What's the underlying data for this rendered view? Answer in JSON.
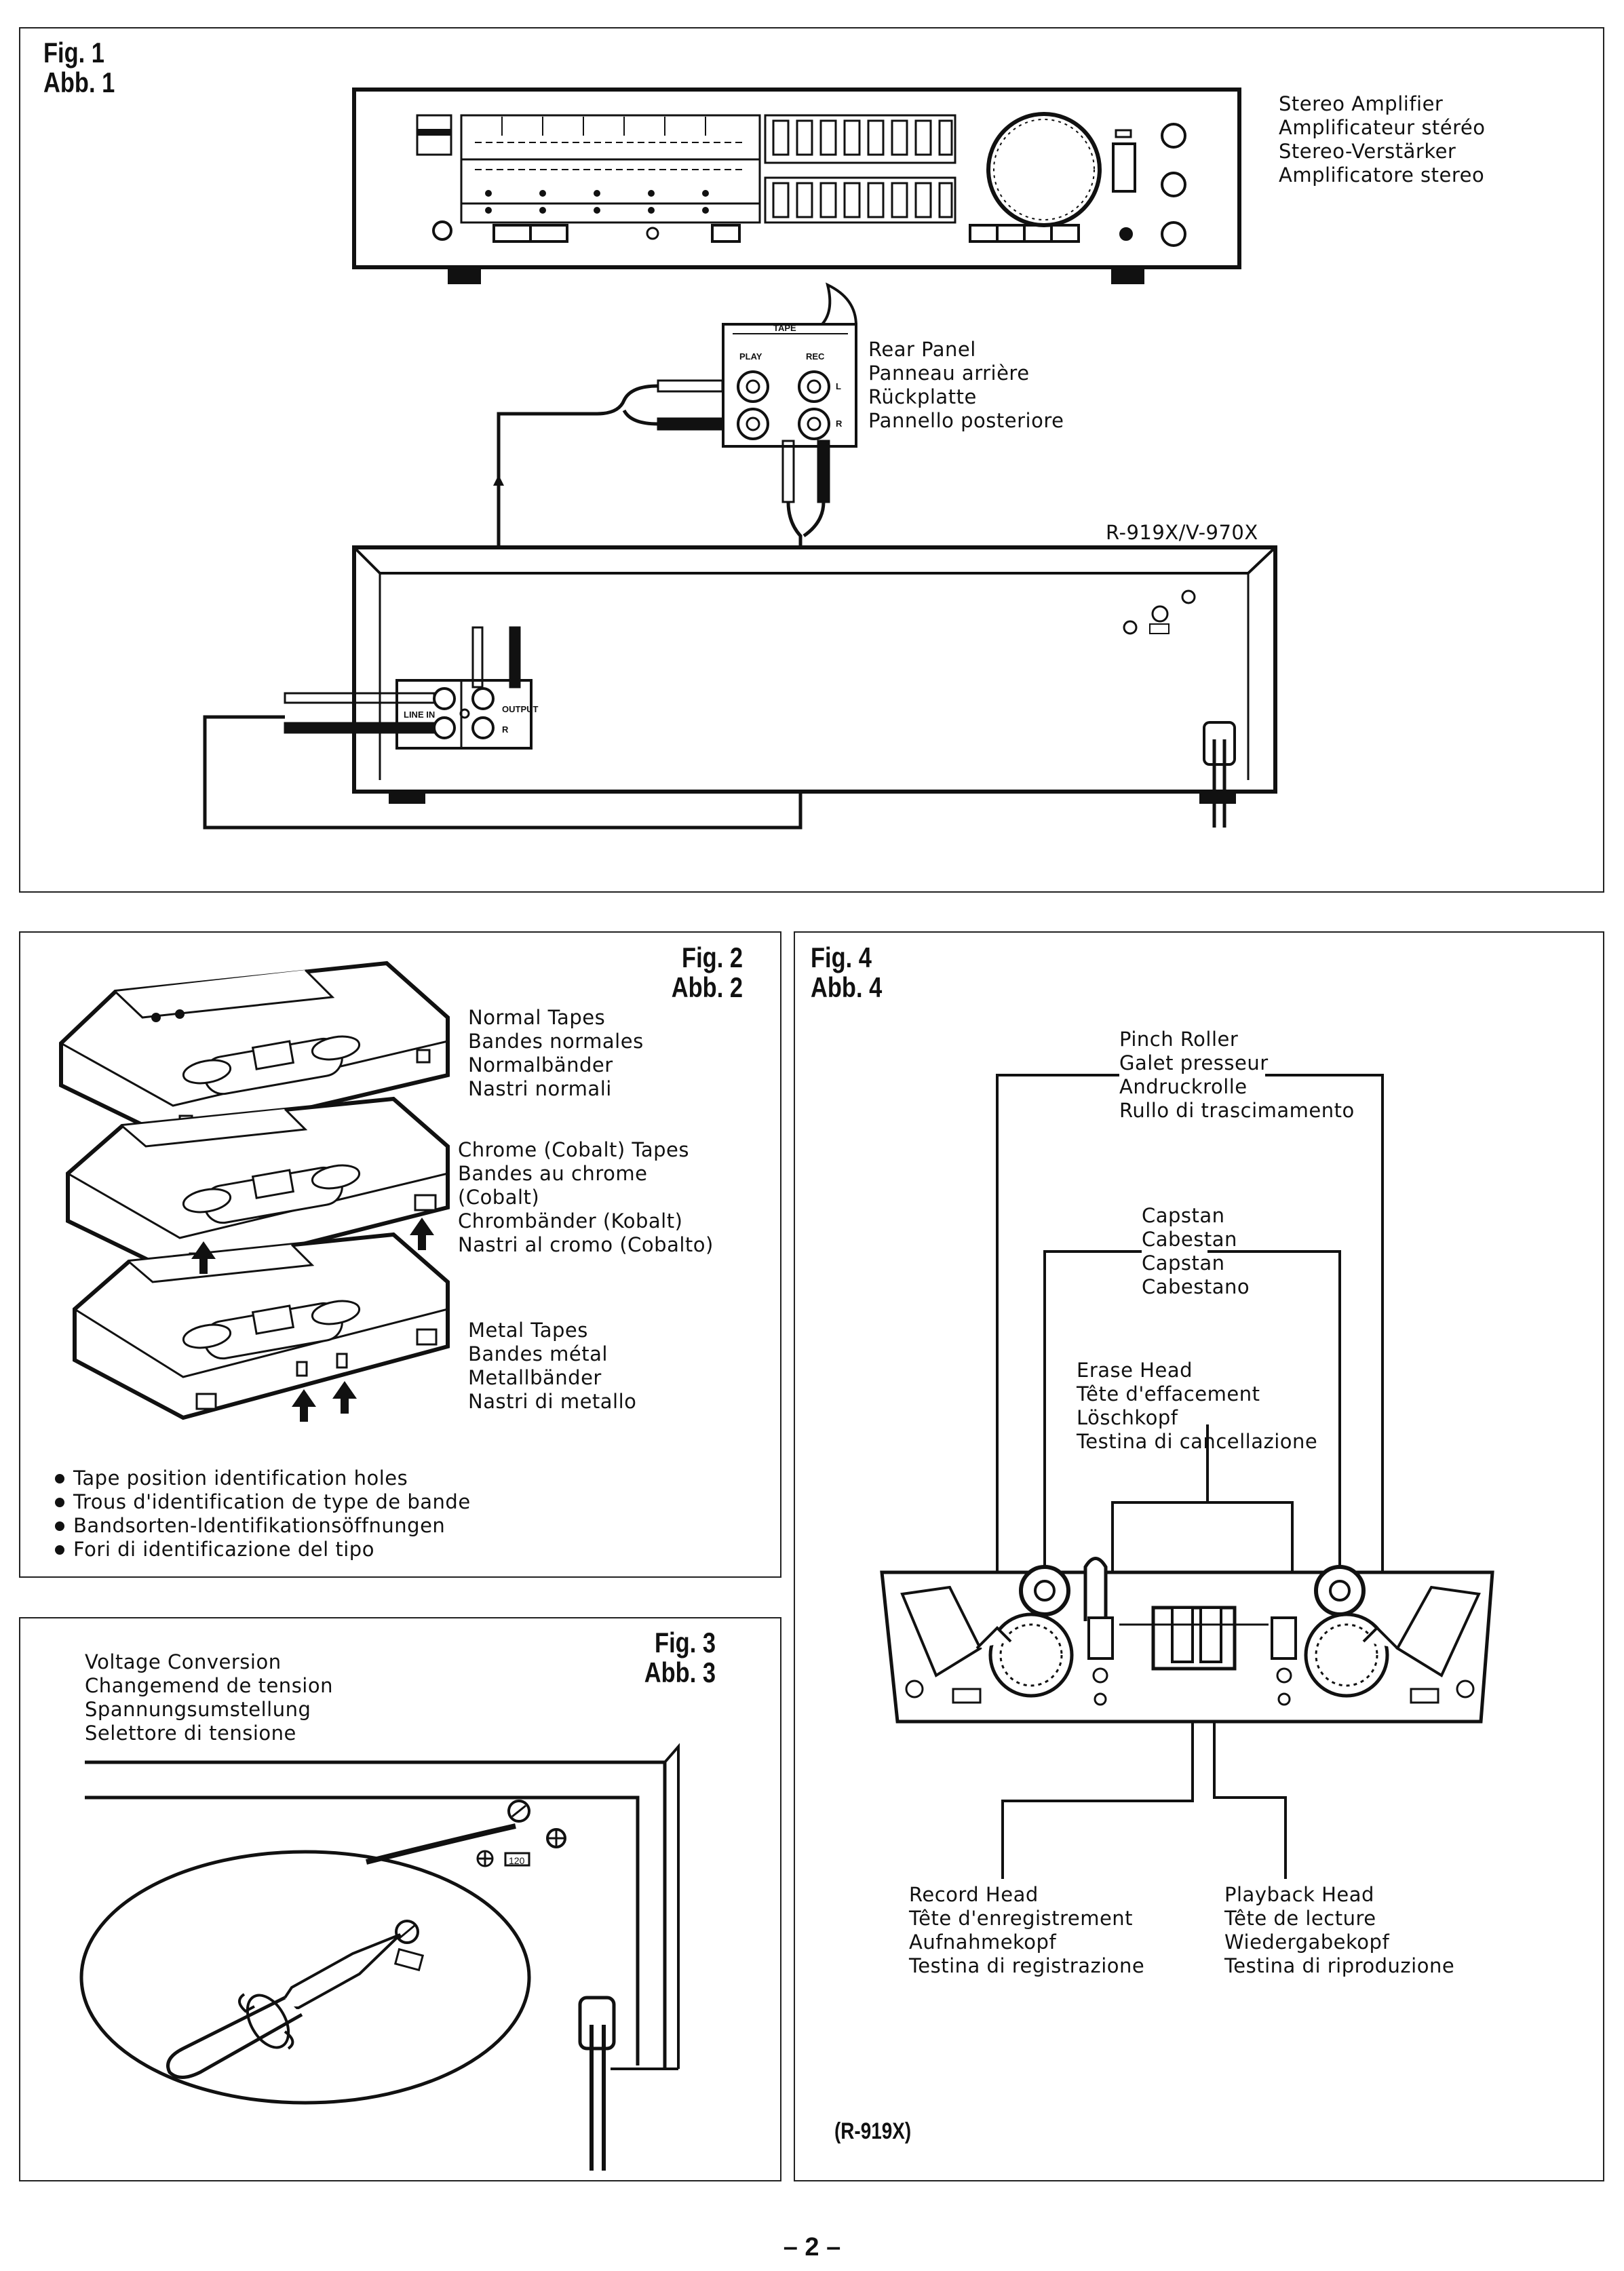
{
  "fig1": {
    "label": [
      "Fig. 1",
      "Abb. 1"
    ],
    "amplifier_label": [
      "Stereo Amplifier",
      "Amplificateur stéréo",
      "Stereo-Verstärker",
      "Amplificatore stereo"
    ],
    "rear_panel_label": [
      "Rear Panel",
      "Panneau arrière",
      "Rückplatte",
      "Pannello posteriore"
    ],
    "model_label": "R-919X/V-970X",
    "tape_jack_label": "TAPE",
    "play_label": "PLAY",
    "rec_label": "REC",
    "line_in_label": "LINE IN",
    "output_label": "OUTPUT",
    "l_label": "L",
    "r_label": "R"
  },
  "fig2": {
    "label": [
      "Fig. 2",
      "Abb. 2"
    ],
    "normal_tapes": [
      "Normal Tapes",
      "Bandes normales",
      "Normalbänder",
      "Nastri normali"
    ],
    "chrome_tapes": [
      "Chrome (Cobalt) Tapes",
      "Bandes au chrome",
      "(Cobalt)",
      "Chrombänder (Kobalt)",
      "Nastri al cromo (Cobalto)"
    ],
    "metal_tapes": [
      "Metal Tapes",
      "Bandes métal",
      "Metallbänder",
      "Nastri di metallo"
    ],
    "holes_note": [
      "Tape position identification holes",
      "Trous d'identification de type de bande",
      "Bandsorten-Identifikationsöffnungen",
      "Fori di identificazione del tipo"
    ]
  },
  "fig3": {
    "label": [
      "Fig. 3",
      "Abb. 3"
    ],
    "voltage_label": [
      "Voltage Conversion",
      "Changemend de tension",
      "Spannungsumstellung",
      "Selettore di tensione"
    ],
    "voltage_value": "120"
  },
  "fig4": {
    "label": [
      "Fig. 4",
      "Abb. 4"
    ],
    "pinch_roller": [
      "Pinch Roller",
      "Galet presseur",
      "Andruckrolle",
      "Rullo di trascimamento"
    ],
    "capstan": [
      "Capstan",
      "Cabestan",
      "Capstan",
      "Cabestano"
    ],
    "erase_head": [
      "Erase Head",
      "Tête d'effacement",
      "Löschkopf",
      "Testina di cancellazione"
    ],
    "record_head": [
      "Record Head",
      "Tête d'enregistrement",
      "Aufnahmekopf",
      "Testina di registrazione"
    ],
    "playback_head": [
      "Playback Head",
      "Tête de lecture",
      "Wiedergabekopf",
      "Testina di riproduzione"
    ],
    "model_note": "(R-919X)"
  },
  "page_number": "– 2 –"
}
